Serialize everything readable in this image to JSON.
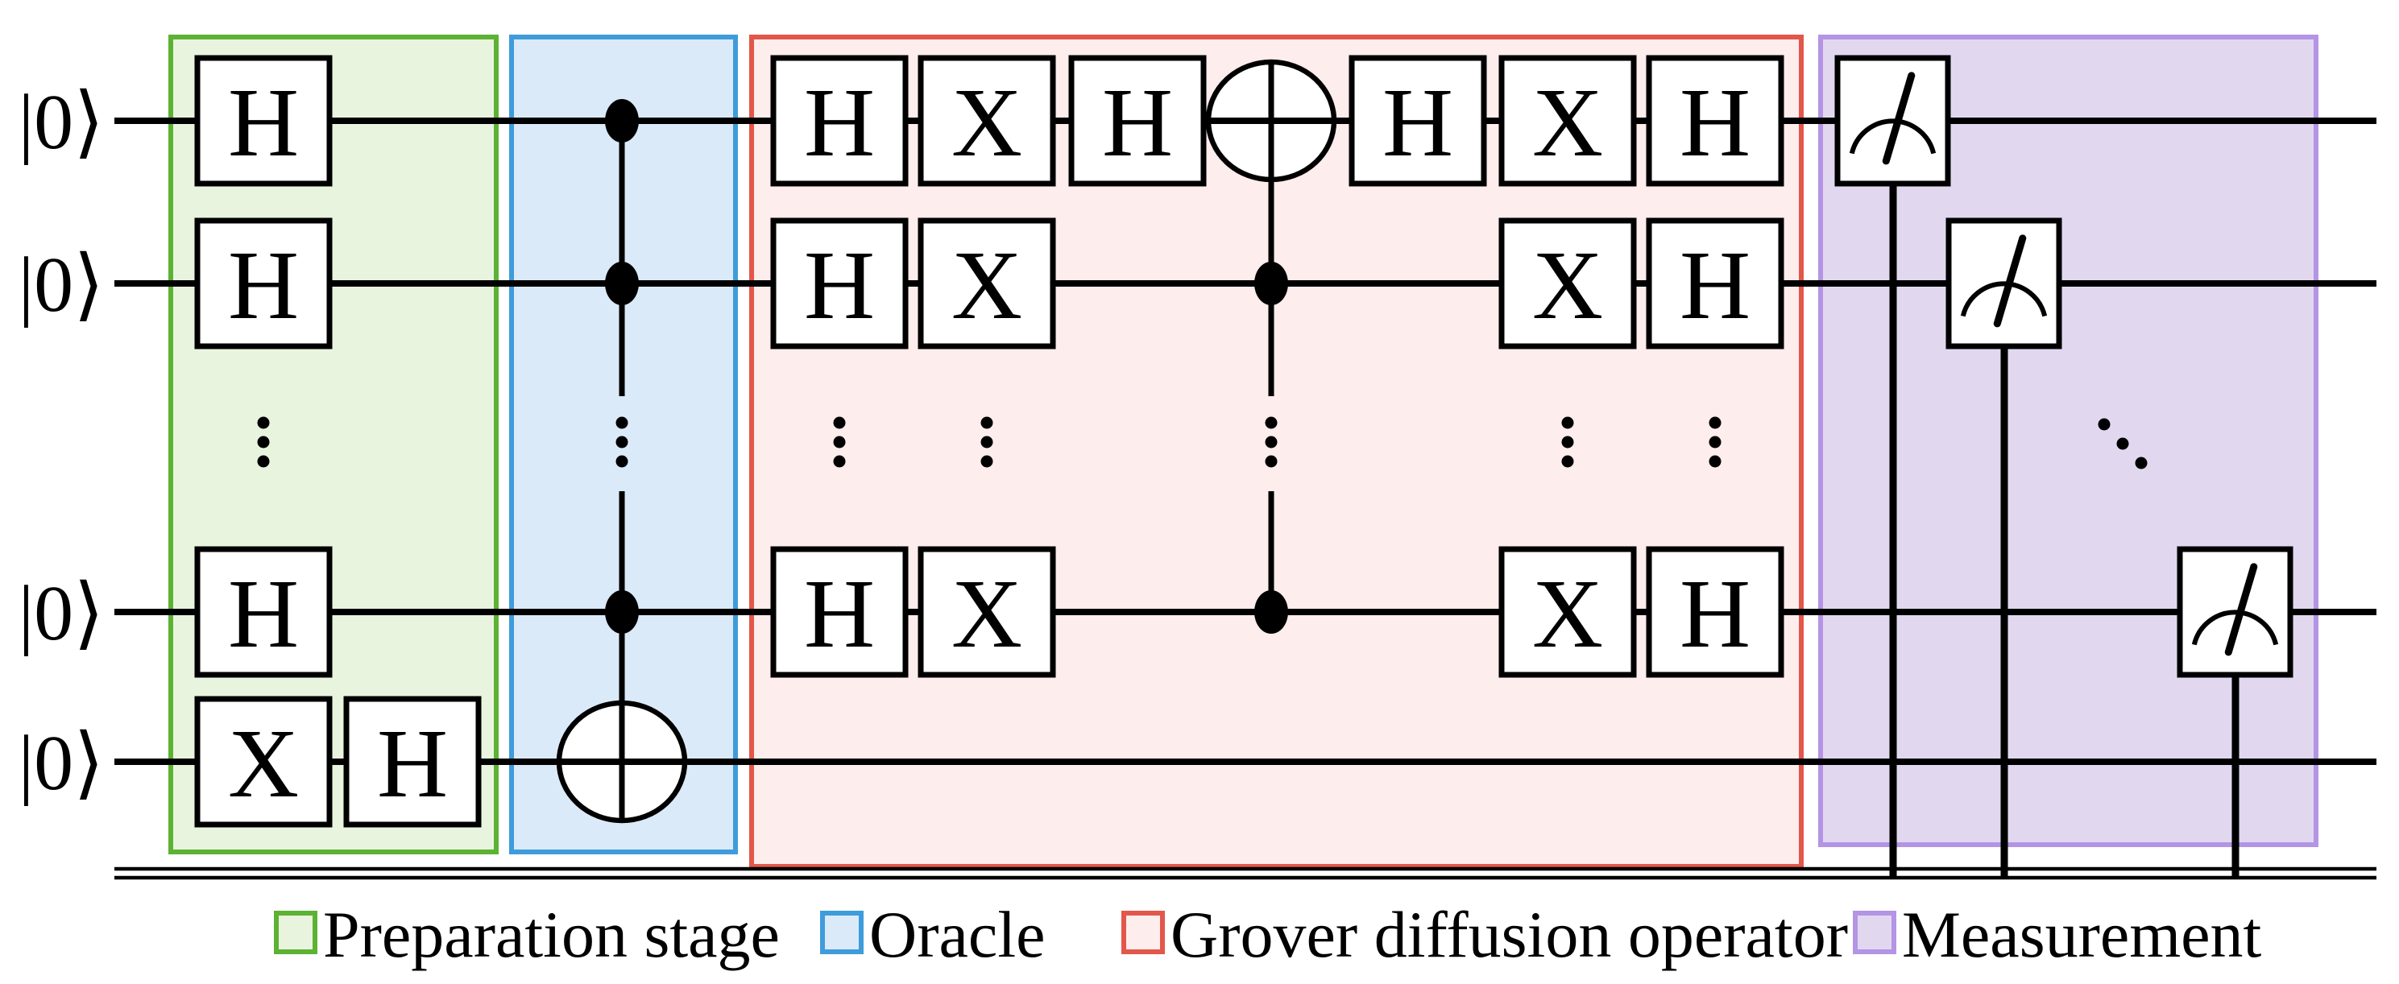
{
  "figure": {
    "type": "quantum-circuit-diagram",
    "background": "#ffffff",
    "wire_color": "#000000"
  },
  "qubits": {
    "ket_label": "|0⟩",
    "shown_wires": 4,
    "ellipsis_vertical": "⋮",
    "ellipsis_diagonal": "⋱",
    "note": "vertical dots indicate omitted middle qubits"
  },
  "stages": [
    {
      "id": "preparation",
      "label": "Preparation stage",
      "border": "#5cb233",
      "fill": "#e9f4df"
    },
    {
      "id": "oracle",
      "label": "Oracle",
      "border": "#3e9cdb",
      "fill": "#dbeaf8"
    },
    {
      "id": "diffusion",
      "label": "Grover diffusion operator",
      "border": "#e2574a",
      "fill": "#fdedec"
    },
    {
      "id": "measurement",
      "label": "Measurement",
      "border": "#b494e4",
      "fill": "#e1d8f0"
    }
  ],
  "columns": [
    {
      "id": "prep-col-1",
      "stage": "preparation",
      "type": "gates",
      "gates": [
        "H",
        "H",
        "H",
        "X"
      ],
      "dots": true
    },
    {
      "id": "prep-col-2",
      "stage": "preparation",
      "type": "gates",
      "gates": [
        null,
        null,
        null,
        "H"
      ],
      "dots": false
    },
    {
      "id": "oracle-mcx",
      "stage": "oracle",
      "type": "mcx",
      "controls": [
        0,
        1,
        2
      ],
      "target": 3,
      "broken": true
    },
    {
      "id": "gdo-h-a",
      "stage": "diffusion",
      "type": "gates",
      "gates": [
        "H",
        "H",
        "H",
        null
      ],
      "dots": true
    },
    {
      "id": "gdo-x-a",
      "stage": "diffusion",
      "type": "gates",
      "gates": [
        "X",
        "X",
        "X",
        null
      ],
      "dots": true
    },
    {
      "id": "gdo-h-mid",
      "stage": "diffusion",
      "type": "gates",
      "gates": [
        "H",
        null,
        null,
        null
      ],
      "dots": false
    },
    {
      "id": "gdo-mcx",
      "stage": "diffusion",
      "type": "mcx",
      "controls": [
        1,
        2
      ],
      "target": 0,
      "broken": true
    },
    {
      "id": "gdo-h-b",
      "stage": "diffusion",
      "type": "gates",
      "gates": [
        "H",
        null,
        null,
        null
      ],
      "dots": false
    },
    {
      "id": "gdo-x-b",
      "stage": "diffusion",
      "type": "gates",
      "gates": [
        "X",
        "X",
        "X",
        null
      ],
      "dots": true
    },
    {
      "id": "gdo-h-c",
      "stage": "diffusion",
      "type": "gates",
      "gates": [
        "H",
        "H",
        "H",
        null
      ],
      "dots": true
    }
  ],
  "measurements": [
    {
      "wire": 0
    },
    {
      "wire": 1
    },
    {
      "wire": 2
    }
  ],
  "classical_rail": {
    "style": "double-line"
  },
  "legend": {
    "items": [
      "Preparation stage",
      "Oracle",
      "Grover diffusion operator",
      "Measurement"
    ]
  }
}
